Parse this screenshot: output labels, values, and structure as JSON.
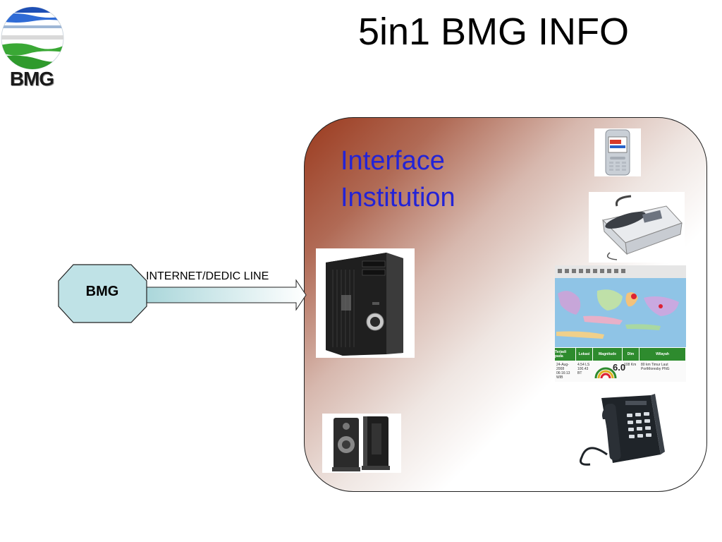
{
  "title": "5in1 BMG INFO",
  "logo": {
    "text": "BMG"
  },
  "source_node": {
    "label": "BMG"
  },
  "link": {
    "label": "INTERNET/DEDIC LINE"
  },
  "institution": {
    "line1": "Interface",
    "line2": "Institution"
  },
  "map_table": {
    "headers": [
      "Terjadi pada",
      "Lokasi",
      "Magnitude",
      "Dlm",
      "Wilayah"
    ],
    "row": {
      "time": "24-Aug-2008 06:16:13 WIB",
      "location": "4.54 LS 100.43 BT",
      "magnitude": "6.0",
      "depth": "108 Km",
      "region": "80 km Timur Laut PortMoresby PNG"
    }
  },
  "colors": {
    "title_text": "#000000",
    "institution_text": "#2323d6",
    "octagon_fill": "#bfe2e6",
    "box_gradient_start": "#9b3a1e",
    "map_header": "#2e8b2e"
  }
}
